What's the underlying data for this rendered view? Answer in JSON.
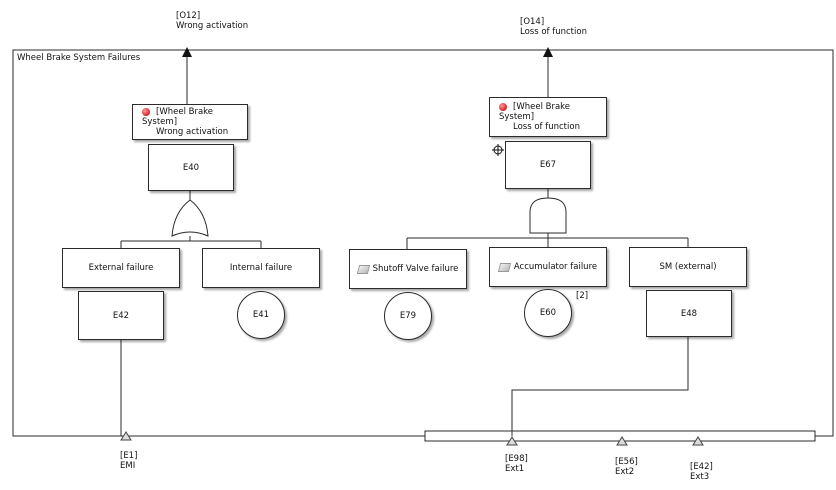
{
  "title": "Wheel Brake System Failures",
  "outputs": {
    "o12": {
      "id": "[O12]",
      "label": "Wrong activation"
    },
    "o14": {
      "id": "[O14]",
      "label": "Loss of function"
    }
  },
  "top_events": {
    "left": {
      "system": "[Wheel Brake System]",
      "desc": "Wrong activation",
      "event": "E40"
    },
    "right": {
      "system": "[Wheel Brake System]",
      "desc": "Loss of function",
      "event": "E67"
    }
  },
  "left_children": {
    "external": {
      "label": "External failure",
      "event": "E42"
    },
    "internal": {
      "label": "Internal failure",
      "event": "E41"
    }
  },
  "right_children": {
    "shutoff": {
      "label": "Shutoff Valve failure",
      "event": "E79"
    },
    "accumulator": {
      "label": "Accumulator failure",
      "event": "E60",
      "note": "[2]"
    },
    "sm": {
      "label": "SM (external)",
      "event": "E48"
    }
  },
  "inputs": {
    "e1": {
      "id": "[E1]",
      "label": "EMI"
    },
    "e98": {
      "id": "[E98]",
      "label": "Ext1"
    },
    "e56": {
      "id": "[E56]",
      "label": "Ext2"
    },
    "e42": {
      "id": "[E42]",
      "label": "Ext3"
    }
  },
  "colors": {
    "line": "#2b2b2b",
    "event_dot": "#d62020"
  },
  "icons": {
    "gate_left": "or-gate",
    "gate_right": "and-gate",
    "marker": "crosshair-icon",
    "input": "triangle-icon",
    "output": "arrow-up-icon"
  }
}
